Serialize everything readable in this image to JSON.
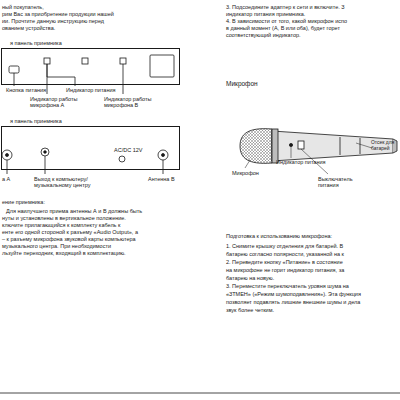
{
  "diagram": {
    "nodes": [
      {
        "text": [
          "я панель приемника"
        ]
      },
      {
        "text": [
          "я панель приемника",
          "AC/DC 12V"
        ]
      }
    ],
    "edges": [],
    "labels": [
      "ный покупатель,",
      "рим Вас за приобретение продукции нашей",
      "ии. Прочтите данную инструкцию перед",
      "ованием устройства.",
      "Кнопка питания",
      "Индикатор питания",
      "Индикатор работы микрофона А",
      "Индикатор работы микрофона В",
      "а A",
      "Выход к компьютеру/ музыкальному центру",
      "Антенна В",
      "ение приемника:",
      "Для наилучшего приема антенны А и В должны быть",
      "нуты и установлены в вертикальное положение.",
      "ключите прилагающийся к комплекту кабель к",
      "енте его одной стороной к разъему «Audio Output», а",
      "– к разъему микрофона звуковой карты компьютера",
      "музыкального центра. При необходимости",
      "льзуйте переходник, входящий в комплектацию.",
      "3.   Подсоедините адаптер к сети и включите. З",
      "индикатор питания приемника.",
      "4.   В зависимости от того, какой микрофон испо",
      "в данный момент (А, В или оба), будет горет",
      "соответствующий индикатор.",
      "Микрофон",
      "Микрофон",
      "Индикатор питания",
      "Выключатель питания",
      "Отсек для батарей",
      "Подготовка к использованию микрофона:",
      "1.   Снимите крышку отделения для батарей. В",
      "батарею согласно полярности, указанной на к",
      "2.   Переведите кнопку «Питание» в состояние",
      "на микрофоне не горит индикатор питания, за",
      "батарею на новую.",
      "3.   Переместите переключатель уровня шума на",
      "«ЗТМЕН» («Режим шумоподавления»). Эта функция",
      "позволяет подавлять лишние внешние шумы и дела",
      "звук более четким."
    ]
  }
}
